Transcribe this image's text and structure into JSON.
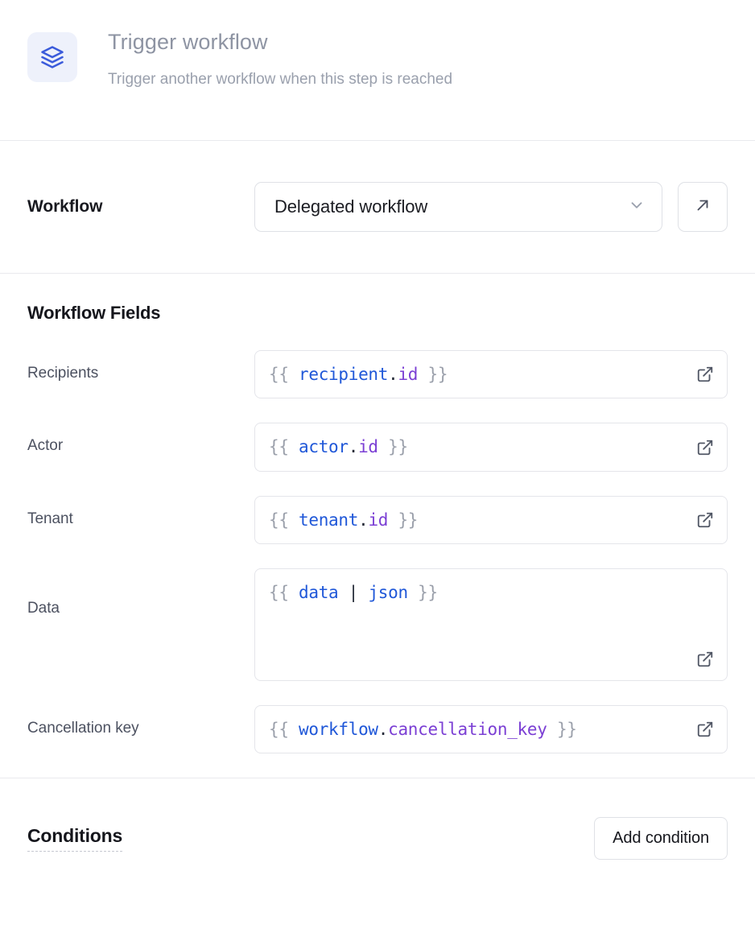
{
  "header": {
    "icon": "layers-icon",
    "title": "Trigger workflow",
    "subtitle": "Trigger another workflow when this step is reached",
    "icon_color": "#3b5bdb",
    "icon_bg": "#eef1fb"
  },
  "workflow_row": {
    "label": "Workflow",
    "select_value": "Delegated workflow",
    "select_icon": "chevron-down-icon",
    "open_button_icon": "arrow-up-right-icon"
  },
  "fields_section": {
    "heading": "Workflow Fields",
    "fields": [
      {
        "label": "Recipients",
        "multiline": false,
        "tokens": [
          {
            "t": "{{ ",
            "c": "tok-brace"
          },
          {
            "t": "recipient",
            "c": "tok-obj"
          },
          {
            "t": ".",
            "c": "tok-dot"
          },
          {
            "t": "id",
            "c": "tok-prop"
          },
          {
            "t": " }}",
            "c": "tok-brace"
          }
        ],
        "raw": "{{ recipient.id }}",
        "expand_icon": "external-link-icon"
      },
      {
        "label": "Actor",
        "multiline": false,
        "tokens": [
          {
            "t": "{{ ",
            "c": "tok-brace"
          },
          {
            "t": "actor",
            "c": "tok-obj"
          },
          {
            "t": ".",
            "c": "tok-dot"
          },
          {
            "t": "id",
            "c": "tok-prop"
          },
          {
            "t": " }}",
            "c": "tok-brace"
          }
        ],
        "raw": "{{ actor.id }}",
        "expand_icon": "external-link-icon"
      },
      {
        "label": "Tenant",
        "multiline": false,
        "tokens": [
          {
            "t": "{{ ",
            "c": "tok-brace"
          },
          {
            "t": "tenant",
            "c": "tok-obj"
          },
          {
            "t": ".",
            "c": "tok-dot"
          },
          {
            "t": "id",
            "c": "tok-prop"
          },
          {
            "t": " }}",
            "c": "tok-brace"
          }
        ],
        "raw": "{{ tenant.id }}",
        "expand_icon": "external-link-icon"
      },
      {
        "label": "Data",
        "multiline": true,
        "tokens": [
          {
            "t": "{{ ",
            "c": "tok-brace"
          },
          {
            "t": "data",
            "c": "tok-filter"
          },
          {
            "t": " | ",
            "c": "tok-pipe"
          },
          {
            "t": "json",
            "c": "tok-filter"
          },
          {
            "t": " }}",
            "c": "tok-brace"
          }
        ],
        "raw": "{{ data | json }}",
        "expand_icon": "external-link-icon"
      },
      {
        "label": "Cancellation key",
        "multiline": false,
        "tokens": [
          {
            "t": "{{ ",
            "c": "tok-brace"
          },
          {
            "t": "workflow",
            "c": "tok-obj"
          },
          {
            "t": ".",
            "c": "tok-dot"
          },
          {
            "t": "cancellation_key",
            "c": "tok-prop"
          },
          {
            "t": " }}",
            "c": "tok-brace"
          }
        ],
        "raw": "{{ workflow.cancellation_key }}",
        "expand_icon": "external-link-icon"
      }
    ]
  },
  "conditions": {
    "title": "Conditions",
    "add_button_label": "Add condition"
  },
  "colors": {
    "accent": "#3b5bdb",
    "border": "#dfe1e6",
    "divider": "#e9eaee",
    "text_dark": "#15161c",
    "text_muted": "#4c5160",
    "text_light": "#8e94a3",
    "code_object": "#1f57d8",
    "code_property": "#7b3fd4",
    "code_brace": "#9ba0ab"
  }
}
